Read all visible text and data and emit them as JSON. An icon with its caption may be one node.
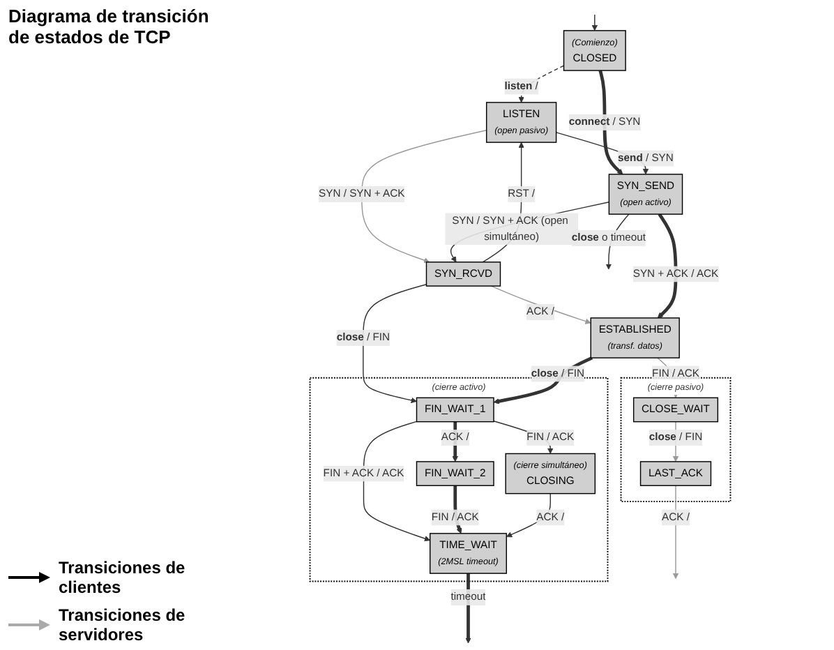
{
  "diagram": {
    "title": "Diagrama de transición de estados de TCP",
    "nodes": [
      {
        "text": [
          "(Comienzo)",
          "CLOSED"
        ]
      },
      {
        "text": [
          "LISTEN",
          "(open pasivo)"
        ]
      },
      {
        "text": [
          "SYN_RCVD"
        ]
      },
      {
        "text": [
          "SYN_SEND",
          "(open activo)"
        ]
      },
      {
        "text": [
          "ESTABLISHED",
          "(transf. datos)"
        ]
      },
      {
        "text": [
          "(cierre activo)"
        ]
      },
      {
        "text": [
          "FIN_WAIT_1"
        ],
        "in": 5
      },
      {
        "text": [
          "(cierre simultáneo)",
          "CLOSING"
        ],
        "in": 5
      },
      {
        "text": [
          "FIN_WAIT_2"
        ],
        "in": 5
      },
      {
        "text": [
          "TIME_WAIT",
          "(2MSL timeout)"
        ],
        "in": 5
      },
      {
        "text": [
          "(cierre pasivo)"
        ]
      },
      {
        "text": [
          "CLOSE_WAIT"
        ],
        "in": 10
      },
      {
        "text": [
          "LAST_ACK"
        ],
        "in": 10
      }
    ],
    "edges": [
      {
        "from": null,
        "to": 0,
        "arrow": "to"
      },
      {
        "from": 0,
        "to": 1,
        "arrow": "to",
        "label": "**listen** /",
        "style": "dashed"
      },
      {
        "from": 0,
        "to": 3,
        "arrow": "to",
        "label": "**connect** / SYN",
        "style": "thick"
      },
      {
        "from": 1,
        "to": 2,
        "arrow": "to",
        "label": "SYN / SYN + ACK",
        "color": "#999999"
      },
      {
        "from": 2,
        "to": 1,
        "arrow": "to",
        "label": "RST /"
      },
      {
        "from": 1,
        "to": 3,
        "arrow": "to",
        "label": "**send** / SYN"
      },
      {
        "from": 3,
        "to": 2,
        "arrow": "to",
        "label": "SYN / SYN + ACK (open simultáneo)"
      },
      {
        "from": 3,
        "to": null,
        "arrow": "to",
        "label": "**close** o timeout"
      },
      {
        "from": 2,
        "to": 4,
        "arrow": "to",
        "label": "ACK /",
        "color": "#999999"
      },
      {
        "from": 3,
        "to": 4,
        "arrow": "to",
        "label": "SYN + ACK / ACK",
        "style": "thick"
      },
      {
        "from": 2,
        "to": 6,
        "arrow": "to",
        "label": "**close** / FIN"
      },
      {
        "from": 4,
        "to": 6,
        "arrow": "to",
        "label": "**close** / FIN",
        "style": "thick"
      },
      {
        "from": 4,
        "to": 11,
        "arrow": "to",
        "label": "FIN / ACK",
        "color": "#999999"
      },
      {
        "from": 6,
        "to": 7,
        "arrow": "to",
        "label": "FIN / ACK"
      },
      {
        "from": 6,
        "to": 9,
        "arrow": "to",
        "label": "FIN + ACK / ACK"
      },
      {
        "from": 6,
        "to": 8,
        "arrow": "to",
        "label": "ACK /",
        "style": "thick"
      },
      {
        "from": 8,
        "to": 9,
        "arrow": "to",
        "label": "FIN / ACK",
        "style": "thick"
      },
      {
        "from": 7,
        "to": 9,
        "arrow": "to",
        "label": "ACK /"
      },
      {
        "from": 9,
        "to": null,
        "arrow": "to",
        "label": "timeout",
        "style": "thick"
      },
      {
        "from": 11,
        "to": 12,
        "arrow": "to",
        "label": "**close** / FIN",
        "color": "#999999"
      },
      {
        "from": 12,
        "to": null,
        "arrow": "to",
        "label": "ACK /",
        "color": "#999999"
      }
    ],
    "legend": [
      {
        "text": "Transiciones de clientes"
      },
      {
        "text": "Transiciones de servidores"
      }
    ]
  }
}
